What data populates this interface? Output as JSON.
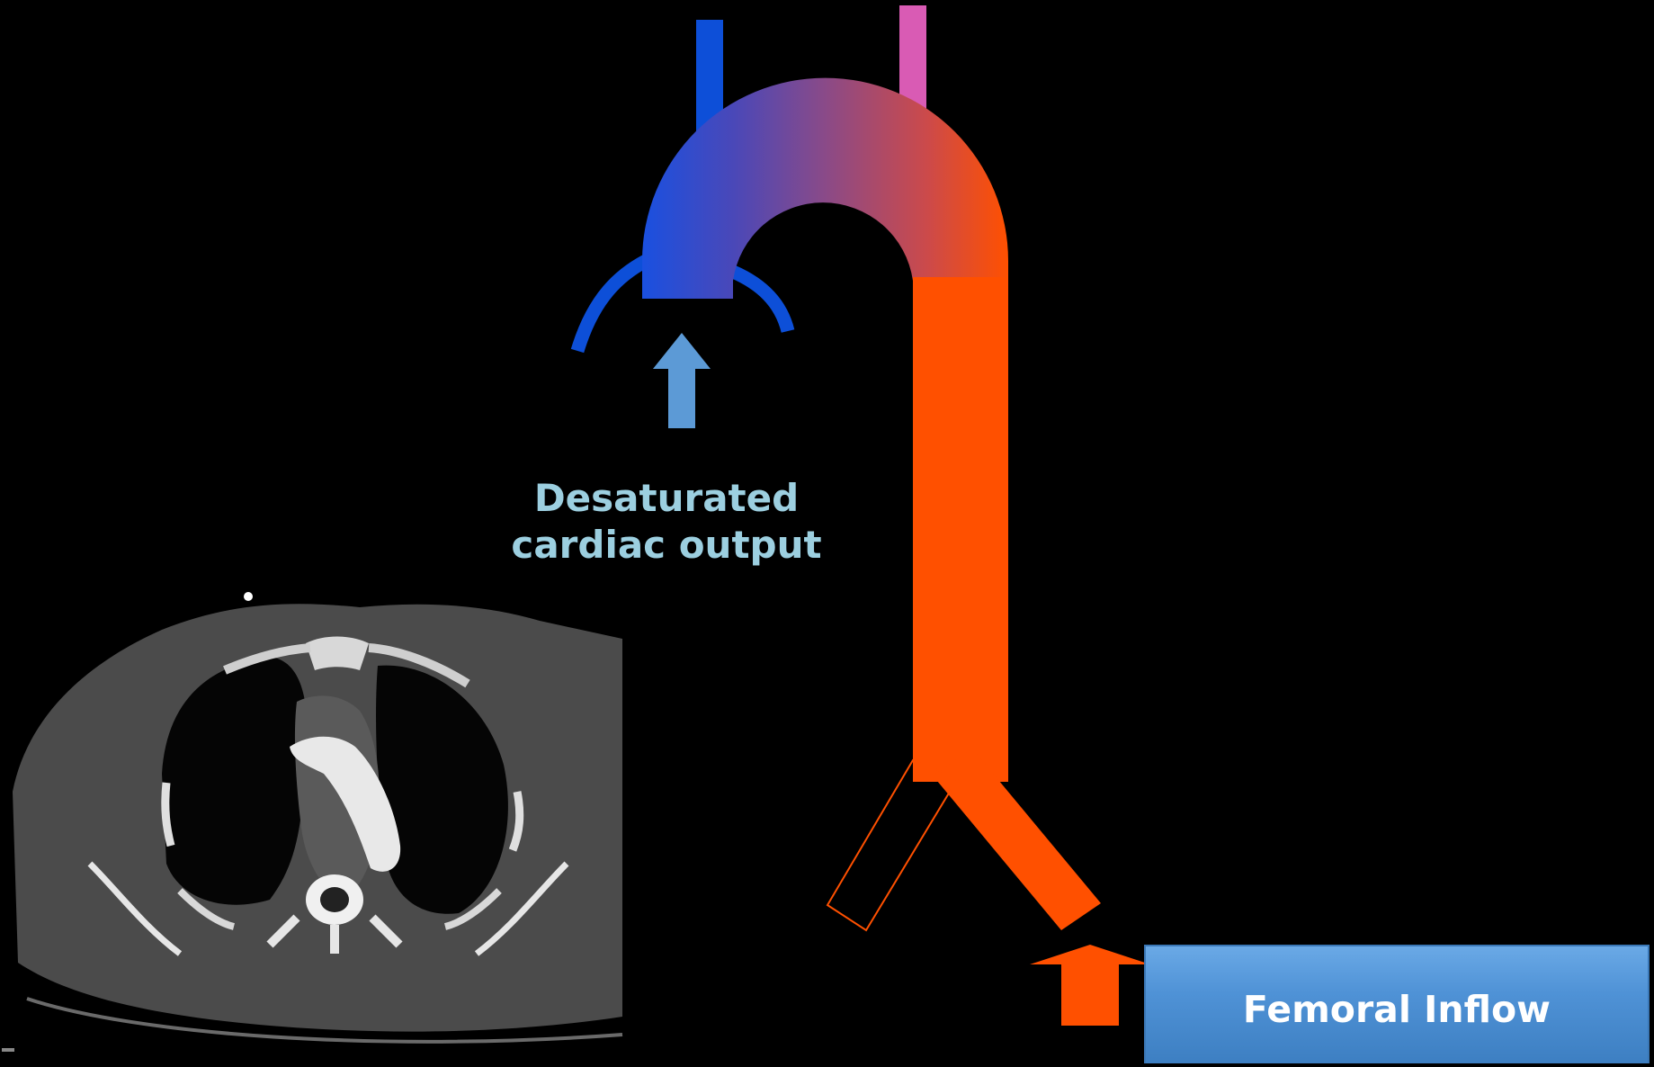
{
  "labels": {
    "desaturated_line1": "Desaturated",
    "desaturated_line2": "cardiac output",
    "femoral_inflow": "Femoral Inflow"
  },
  "colors": {
    "background": "#000000",
    "deoxygenated_blue": "#0d4fd8",
    "oxygenated_orange": "#ff5000",
    "neck_vessel_pink": "#d95bb4",
    "arrow_light_blue": "#5c9ad6",
    "label_light_blue": "#9ccfe0",
    "box_blue": "#4f92d6"
  }
}
